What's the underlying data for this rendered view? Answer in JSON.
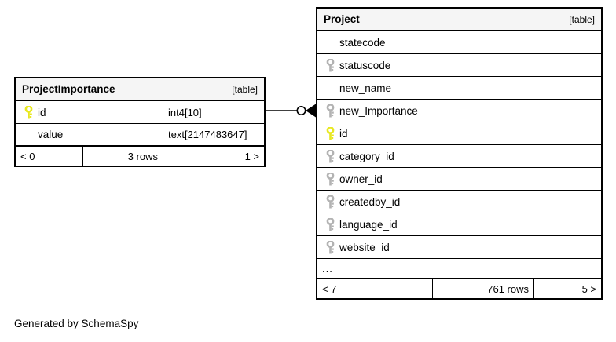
{
  "diagram": {
    "type": "entity-relationship",
    "generator_note": "Generated by SchemaSpy",
    "table_tag": "[table]",
    "ellipsis": "..."
  },
  "tables": [
    {
      "id": "project-importance",
      "name": "ProjectImportance",
      "tag": "[table]",
      "show_types": true,
      "columns": [
        {
          "name": "id",
          "key": "primary",
          "type": "int4[10]"
        },
        {
          "name": "value",
          "key": "none",
          "type": "text[2147483647]"
        }
      ],
      "footer": {
        "left": "< 0",
        "middle": "3 rows",
        "right": "1 >"
      }
    },
    {
      "id": "project",
      "name": "Project",
      "tag": "[table]",
      "show_types": false,
      "columns": [
        {
          "name": "statecode",
          "key": "none"
        },
        {
          "name": "statuscode",
          "key": "foreign"
        },
        {
          "name": "new_name",
          "key": "none"
        },
        {
          "name": "new_Importance",
          "key": "foreign"
        },
        {
          "name": "id",
          "key": "primary"
        },
        {
          "name": "category_id",
          "key": "foreign"
        },
        {
          "name": "owner_id",
          "key": "foreign"
        },
        {
          "name": "createdby_id",
          "key": "foreign"
        },
        {
          "name": "language_id",
          "key": "foreign"
        },
        {
          "name": "website_id",
          "key": "foreign"
        }
      ],
      "has_more": true,
      "footer": {
        "left": "< 7",
        "middle": "761 rows",
        "right": "5 >"
      }
    }
  ],
  "relationships": [
    {
      "id": "rel-importance-project",
      "from_table": "ProjectImportance",
      "from_column": "id",
      "to_table": "Project",
      "to_column": "new_Importance",
      "source_cardinality": "one",
      "target_cardinality": "zero-or-many"
    }
  ],
  "colors": {
    "primary_key": "#e8e821",
    "foreign_key": "#b3b3b3",
    "header_bg": "#f5f5f5",
    "border": "#000000",
    "background": "#ffffff"
  },
  "icons": {
    "primary_key": "primary-key-icon",
    "foreign_key": "foreign-key-icon"
  }
}
